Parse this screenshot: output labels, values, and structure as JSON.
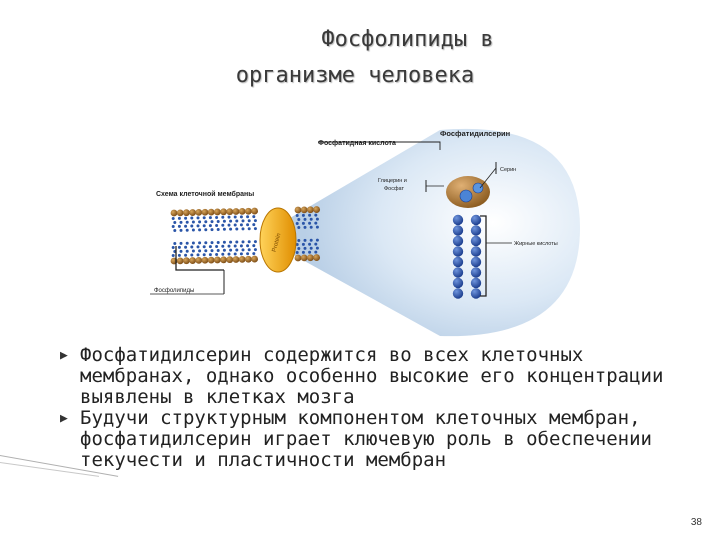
{
  "slide": {
    "title_line1": "Фосфолипиды в",
    "title_line2": "организме человека",
    "page_number": "38"
  },
  "diagram": {
    "labels": {
      "phosphatidylserine": "Фосфатидилсерин",
      "phosphatidic_acid": "Фосфатидная кислота",
      "serine": "Серин",
      "glycerol_phosphate_1": "Глицерин и",
      "glycerol_phosphate_2": "Фосфат",
      "membrane_scheme": "Схема клеточной мембраны",
      "fatty_acids": "Жирные кислоты",
      "phospholipids": "Фосфолипиды",
      "protein": "Protein"
    },
    "colors": {
      "head": "#8a5a1e",
      "tail": "#2a55a8",
      "protein": "#f0a800",
      "glow": "#cfe0f2"
    }
  },
  "bullets": [
    {
      "bold": "Фосфатидилсерин",
      "text": " содержится во всех клеточных мембранах, однако особенно высокие его концентрации выявлены в клетках мозга"
    },
    {
      "bold": "",
      "text": "Будучи структурным компонентом клеточных мембран, фосфатидилсерин играет ключевую роль в обеспечении текучести и пластичности мембран"
    }
  ]
}
